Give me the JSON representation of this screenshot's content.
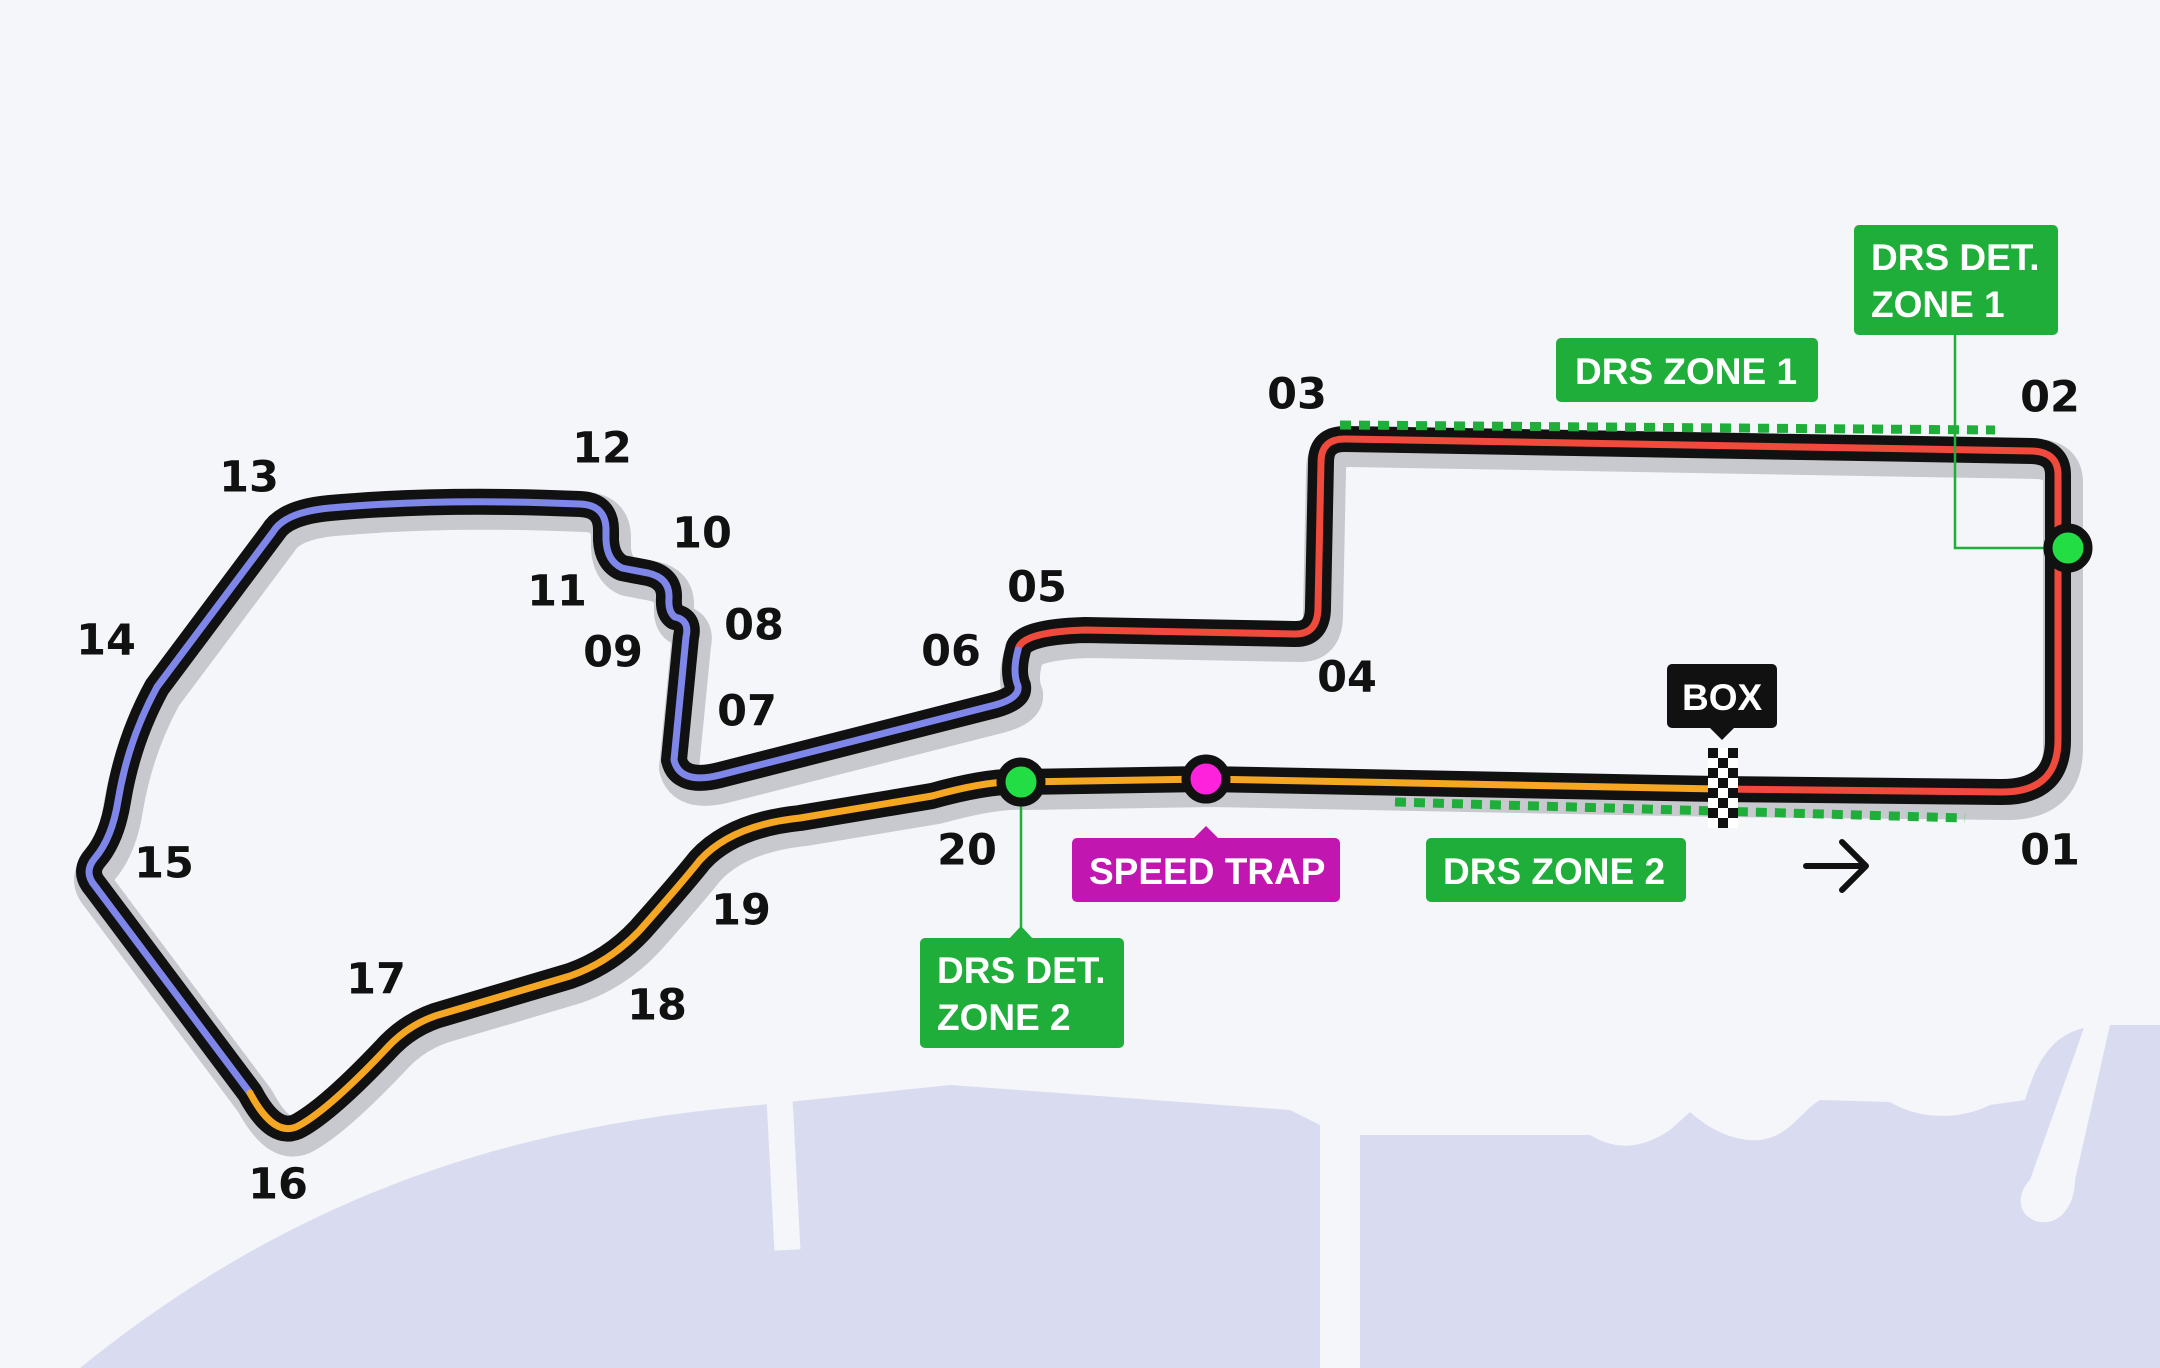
{
  "corners": [
    {
      "num": "01",
      "key": "t01"
    },
    {
      "num": "02",
      "key": "t02"
    },
    {
      "num": "03",
      "key": "t03"
    },
    {
      "num": "04",
      "key": "t04"
    },
    {
      "num": "05",
      "key": "t05"
    },
    {
      "num": "06",
      "key": "t06"
    },
    {
      "num": "07",
      "key": "t07"
    },
    {
      "num": "08",
      "key": "t08"
    },
    {
      "num": "09",
      "key": "t09"
    },
    {
      "num": "10",
      "key": "t10"
    },
    {
      "num": "11",
      "key": "t11"
    },
    {
      "num": "12",
      "key": "t12"
    },
    {
      "num": "13",
      "key": "t13"
    },
    {
      "num": "14",
      "key": "t14"
    },
    {
      "num": "15",
      "key": "t15"
    },
    {
      "num": "16",
      "key": "t16"
    },
    {
      "num": "17",
      "key": "t17"
    },
    {
      "num": "18",
      "key": "t18"
    },
    {
      "num": "19",
      "key": "t19"
    },
    {
      "num": "20",
      "key": "t20"
    }
  ],
  "labels": {
    "drs_zone_1": "DRS ZONE 1",
    "drs_zone_2": "DRS ZONE 2",
    "drs_det_1_line1": "DRS DET.",
    "drs_det_1_line2": "ZONE 1",
    "drs_det_2_line1": "DRS DET.",
    "drs_det_2_line2": "ZONE 2",
    "speed_trap": "SPEED TRAP",
    "box": "BOX",
    "direction_arrow": "→"
  },
  "colors": {
    "background": "#f4f6fa",
    "water": "#d9dcf0",
    "track_shadow": "#c8c9cf",
    "track_outline": "#111111",
    "sector_1": "#f04a3c",
    "sector_2": "#7e86ea",
    "sector_3": "#f5a623",
    "drs_green": "#1fae3a",
    "drs_point": "#22dd44",
    "speed_trap": "#c216b0",
    "speed_trap_point": "#ff22dd",
    "box_bg": "#111111"
  },
  "icons": {
    "start_finish": "checkered-flag-icon",
    "direction": "arrow-right-icon"
  }
}
